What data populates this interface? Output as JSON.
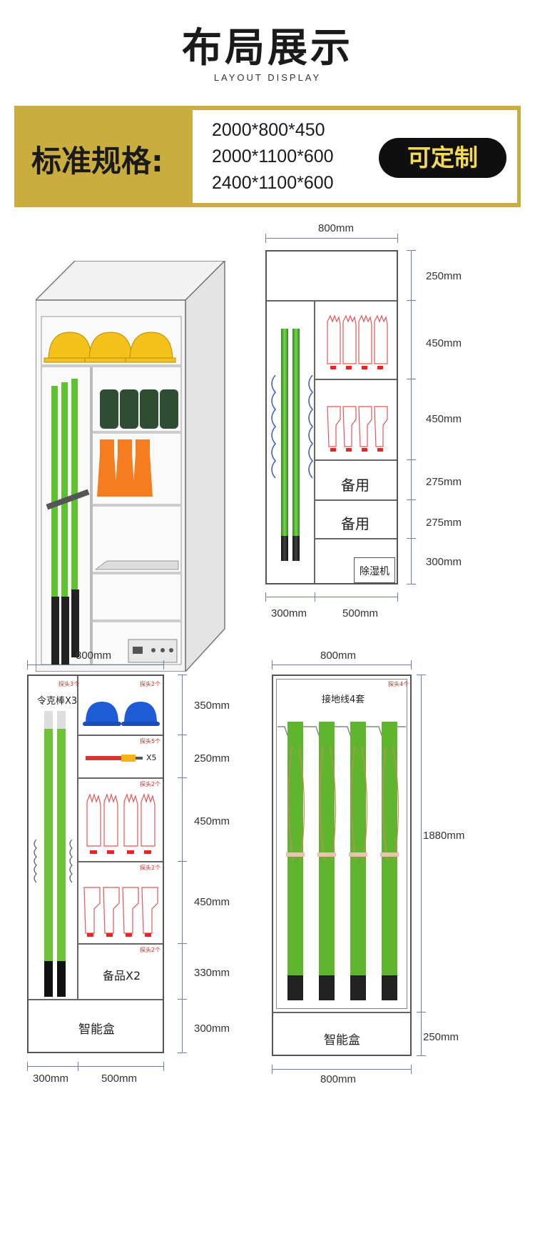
{
  "header": {
    "title": "布局展示",
    "subtitle": "LAYOUT DISPLAY"
  },
  "spec": {
    "label": "标准规格:",
    "sizes": [
      "2000*800*450",
      "2000*1100*600",
      "2400*1100*600"
    ],
    "custom_button": "可定制"
  },
  "diagram_top_right": {
    "width_label": "800mm",
    "heights": [
      "250mm",
      "450mm",
      "450mm",
      "275mm",
      "275mm",
      "300mm"
    ],
    "bottom_left": "300mm",
    "bottom_right": "500mm",
    "spare1": "备用",
    "spare2": "备用",
    "dehumidifier": "除湿机"
  },
  "diagram_bottom_left": {
    "width_label": "800mm",
    "rod_label": "令克棒X3",
    "heights": [
      "350mm",
      "250mm",
      "450mm",
      "450mm",
      "330mm",
      "300mm"
    ],
    "bottom_left": "300mm",
    "bottom_right": "500mm",
    "probe_tags": [
      "探头3个",
      "探头2个",
      "探头5个",
      "探头2个",
      "探头2个",
      "探头2个"
    ],
    "pen_count": "X5",
    "spare": "备品X2",
    "smart_box": "智能盒"
  },
  "diagram_bottom_right": {
    "width_label": "800mm",
    "ground_label": "接地线4套",
    "probe_tag": "探头4个",
    "height_main": "1880mm",
    "height_bottom": "250mm",
    "bottom_width": "800mm",
    "smart_box": "智能盒"
  },
  "colors": {
    "gold": "#c9ad3f",
    "helmet_yellow": "#f5c21b",
    "helmet_blue": "#1e5bd6",
    "rod_green": "#6fc23a",
    "glove_orange": "#f57d1f",
    "dim_line": "#6b7fae"
  }
}
